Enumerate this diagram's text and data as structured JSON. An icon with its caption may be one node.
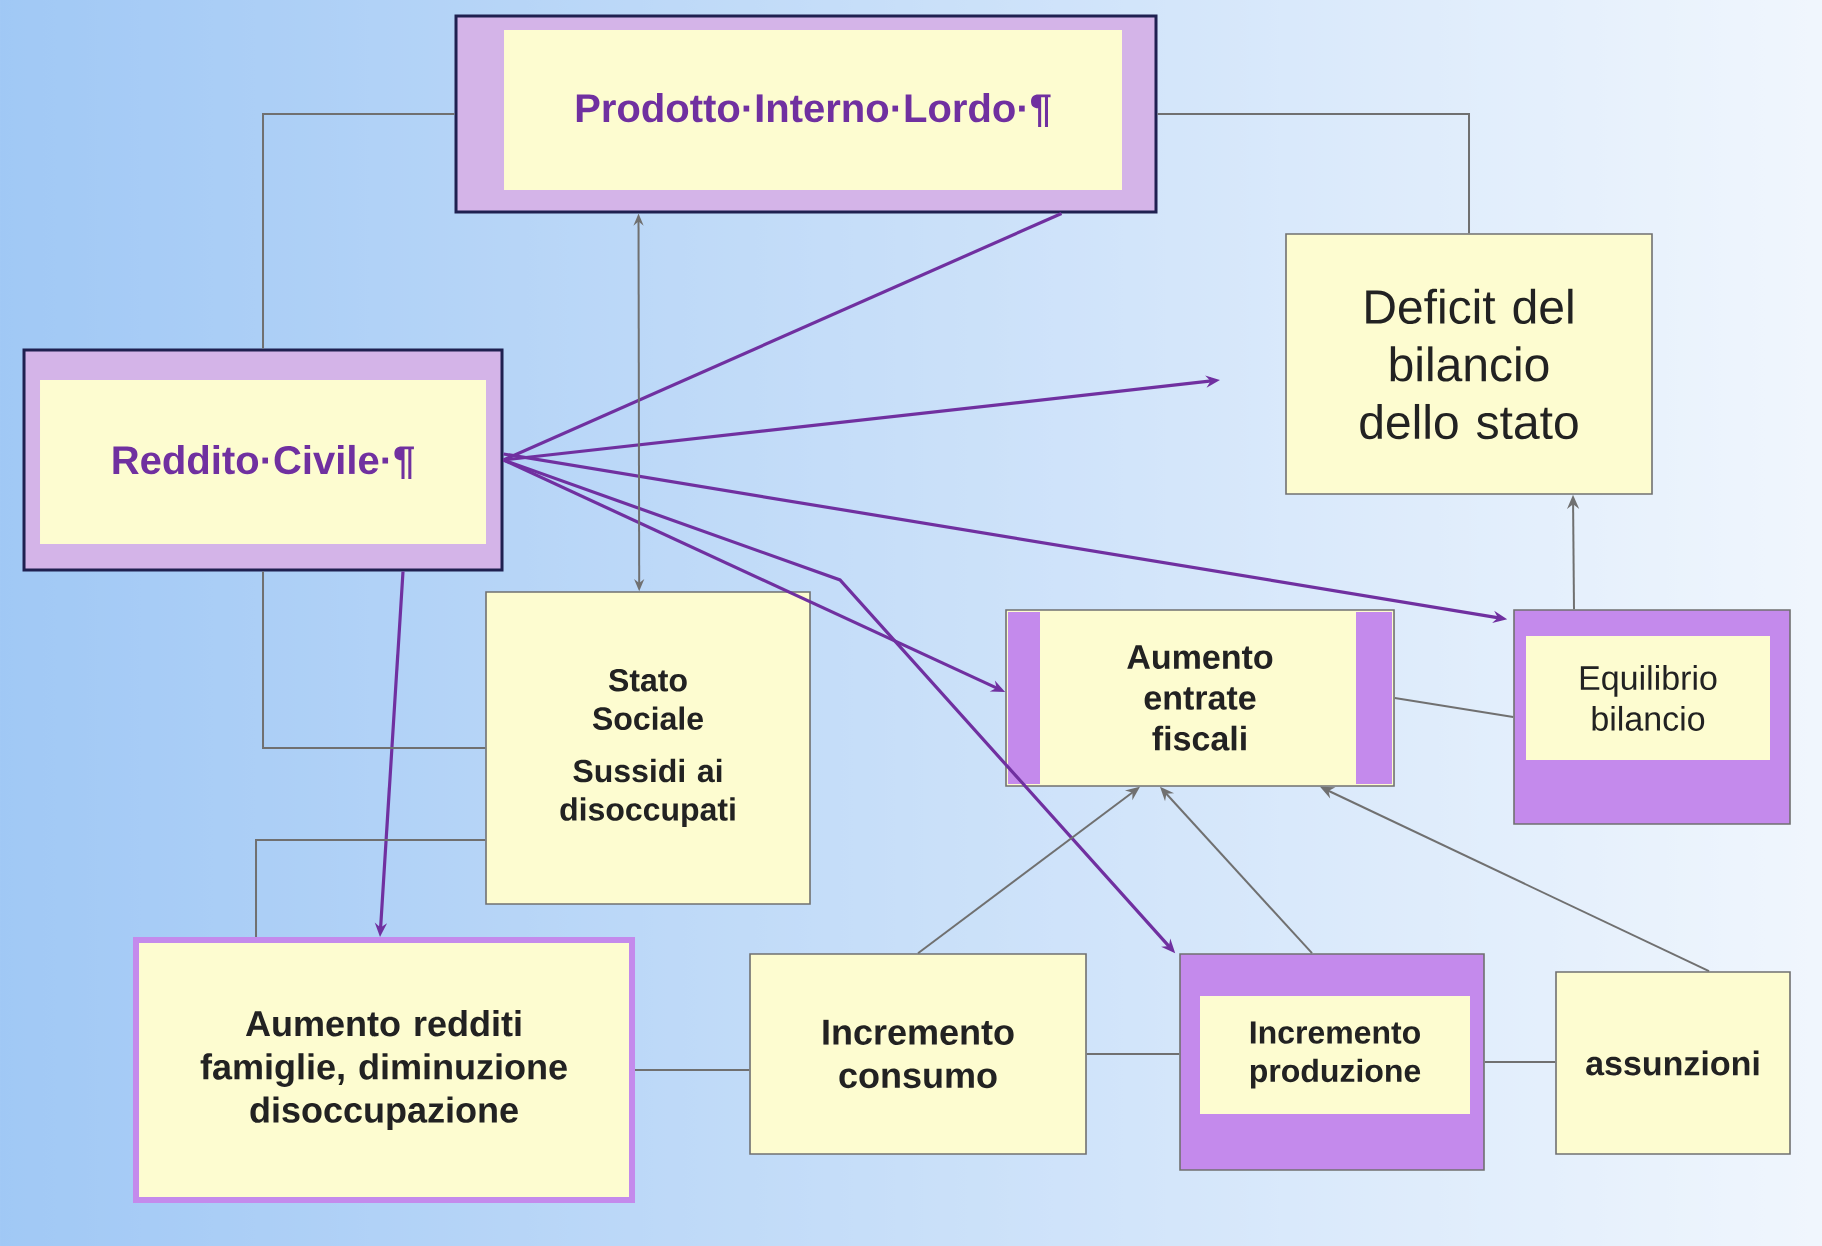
{
  "diagram": {
    "nodes": [
      {
        "text": [
          "Prodotto·Interno·Lordo·¶"
        ]
      },
      {
        "text": [
          "Reddito·Civile·¶"
        ]
      },
      {
        "text": [
          "Deficit del bilancio dello stato"
        ]
      },
      {
        "text": [
          "Stato Sociale",
          "Sussidi ai disoccupati"
        ]
      },
      {
        "text": [
          "Aumento entrate fiscali"
        ]
      },
      {
        "text": [
          "Equilibrio bilancio"
        ]
      },
      {
        "text": [
          "Aumento redditi famiglie, diminuzione disoccupazione"
        ]
      },
      {
        "text": [
          "Incremento consumo"
        ]
      },
      {
        "text": [
          "Incremento produzione"
        ]
      },
      {
        "text": [
          "assunzioni"
        ]
      }
    ],
    "edges": [
      {
        "from": 1,
        "to": 0,
        "arrow": "none",
        "color": "#7030a0"
      },
      {
        "from": 1,
        "to": null,
        "arrow": "to",
        "color": "#7030a0"
      },
      {
        "from": 1,
        "to": 4,
        "arrow": "to",
        "color": "#7030a0"
      },
      {
        "from": 1,
        "to": 5,
        "arrow": "to",
        "color": "#7030a0"
      },
      {
        "from": 1,
        "to": 8,
        "arrow": "to",
        "color": "#7030a0"
      },
      {
        "from": 1,
        "to": 6,
        "arrow": "to",
        "color": "#7030a0"
      },
      {
        "from": 0,
        "to": 3,
        "arrow": "both"
      },
      {
        "from": 0,
        "to": 2,
        "arrow": "none"
      },
      {
        "from": 0,
        "to": 1,
        "arrow": "none"
      },
      {
        "from": 1,
        "to": 3,
        "arrow": "none"
      },
      {
        "from": 3,
        "to": 6,
        "arrow": "none"
      },
      {
        "from": 6,
        "to": 7,
        "arrow": "none"
      },
      {
        "from": 7,
        "to": 8,
        "arrow": "none"
      },
      {
        "from": 8,
        "to": 9,
        "arrow": "none"
      },
      {
        "from": 7,
        "to": 4,
        "arrow": "to"
      },
      {
        "from": 8,
        "to": 4,
        "arrow": "to"
      },
      {
        "from": 9,
        "to": 4,
        "arrow": "to"
      },
      {
        "from": 4,
        "to": 5,
        "arrow": "none"
      },
      {
        "from": 5,
        "to": 2,
        "arrow": "to"
      }
    ]
  }
}
